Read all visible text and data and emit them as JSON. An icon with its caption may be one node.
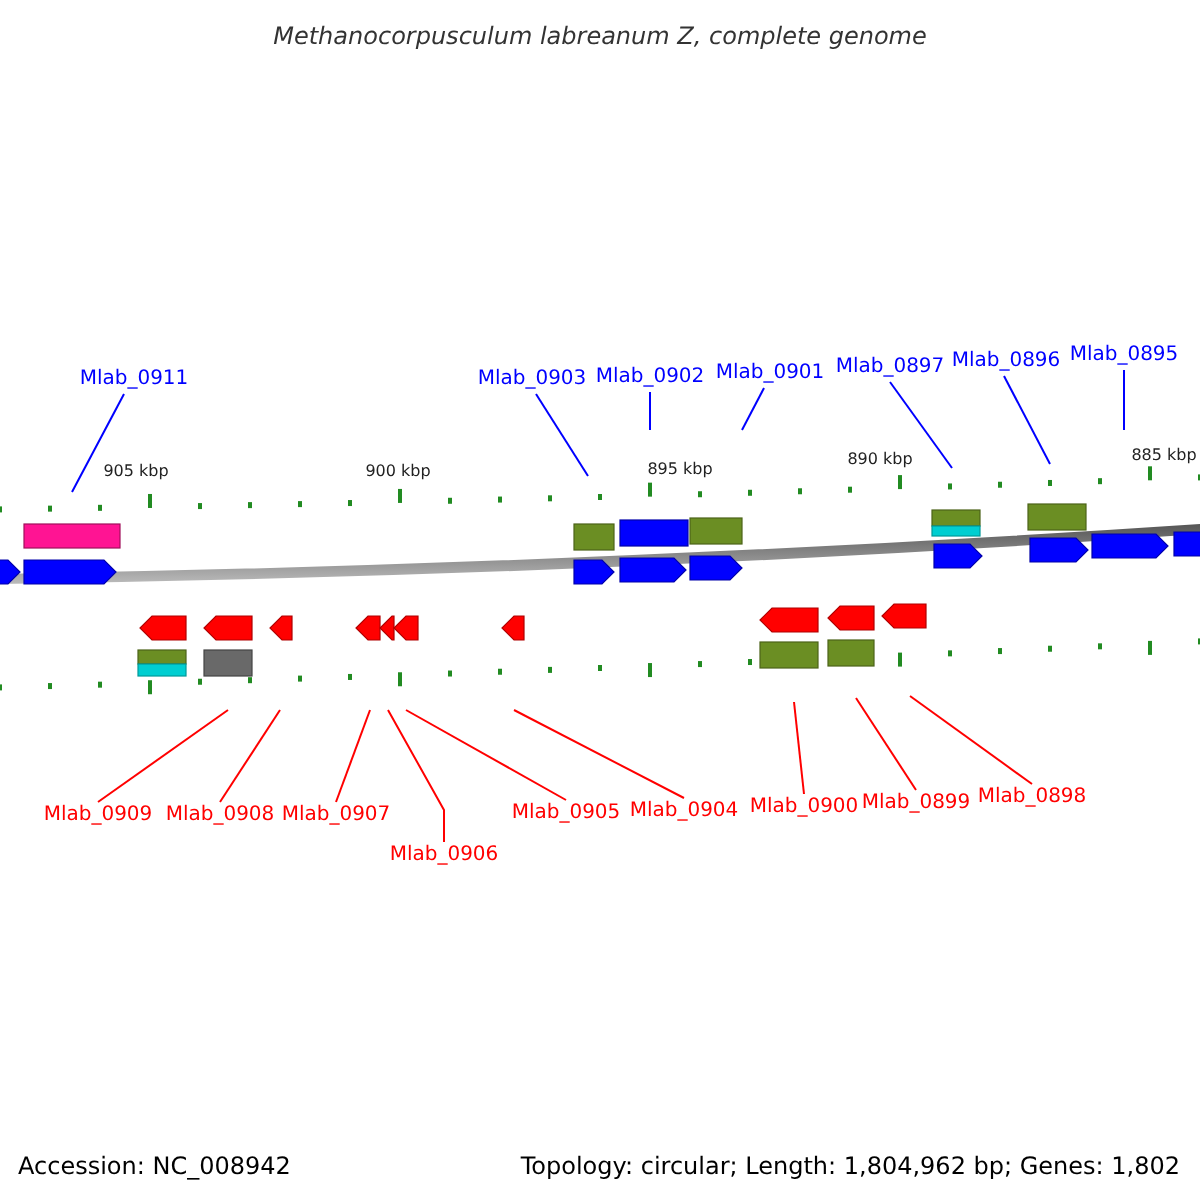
{
  "diagram": {
    "title": "Methanocorpusculum labreanum Z, complete genome",
    "nodes": [
      {
        "text": [
          "Mlab_0911"
        ]
      },
      {
        "text": [
          "Mlab_0903"
        ]
      },
      {
        "text": [
          "Mlab_0902"
        ]
      },
      {
        "text": [
          "Mlab_0901"
        ]
      },
      {
        "text": [
          "Mlab_0897"
        ]
      },
      {
        "text": [
          "Mlab_0896"
        ]
      },
      {
        "text": [
          "Mlab_0895"
        ]
      },
      {
        "text": [
          "Mlab_0909"
        ]
      },
      {
        "text": [
          "Mlab_0908"
        ]
      },
      {
        "text": [
          "Mlab_0907"
        ]
      },
      {
        "text": [
          "Mlab_0906"
        ]
      },
      {
        "text": [
          "Mlab_0905"
        ]
      },
      {
        "text": [
          "Mlab_0904"
        ]
      },
      {
        "text": [
          "Mlab_0900"
        ]
      },
      {
        "text": [
          "Mlab_0899"
        ]
      },
      {
        "text": [
          "Mlab_0898"
        ]
      }
    ],
    "edges": [
      {
        "from": 0,
        "to": null,
        "arrow": "none",
        "color": "#0000ff"
      },
      {
        "from": 1,
        "to": null,
        "arrow": "none",
        "color": "#0000ff"
      },
      {
        "from": 2,
        "to": null,
        "arrow": "none",
        "color": "#0000ff"
      },
      {
        "from": 3,
        "to": null,
        "arrow": "none",
        "color": "#0000ff"
      },
      {
        "from": 4,
        "to": null,
        "arrow": "none",
        "color": "#0000ff"
      },
      {
        "from": 5,
        "to": null,
        "arrow": "none",
        "color": "#0000ff"
      },
      {
        "from": 6,
        "to": null,
        "arrow": "none",
        "color": "#0000ff"
      },
      {
        "from": 7,
        "to": null,
        "arrow": "none"
      },
      {
        "from": 8,
        "to": null,
        "arrow": "none"
      },
      {
        "from": 9,
        "to": null,
        "arrow": "none"
      },
      {
        "from": 10,
        "to": null,
        "arrow": "none"
      },
      {
        "from": 11,
        "to": null,
        "arrow": "none"
      },
      {
        "from": 12,
        "to": null,
        "arrow": "none"
      },
      {
        "from": 13,
        "to": null,
        "arrow": "none"
      },
      {
        "from": 14,
        "to": null,
        "arrow": "none"
      },
      {
        "from": 15,
        "to": null,
        "arrow": "none"
      }
    ],
    "labels": [
      "905 kbp",
      "900 kbp",
      "895 kbp",
      "890 kbp",
      "885 kbp",
      "Accession: NC_008942",
      "Topology: circular; Length: 1,804,962 bp; Genes: 1,802"
    ]
  }
}
